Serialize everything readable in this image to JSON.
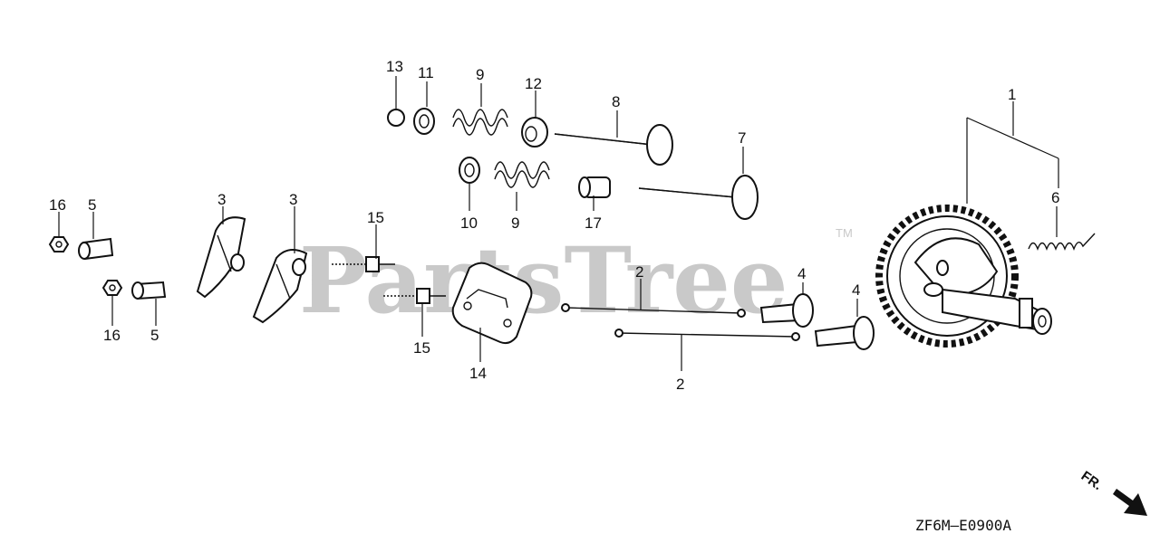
{
  "watermark": {
    "text": "PartsTree",
    "trademark": "TM"
  },
  "drawing_code": "ZF6M—E0900A",
  "direction_label": "FR.",
  "callouts": {
    "c1": "1",
    "c2a": "2",
    "c2b": "2",
    "c3a": "3",
    "c3b": "3",
    "c4a": "4",
    "c4b": "4",
    "c5a": "5",
    "c5b": "5",
    "c6": "6",
    "c7": "7",
    "c8": "8",
    "c9a": "9",
    "c9b": "9",
    "c10": "10",
    "c11": "11",
    "c12": "12",
    "c13": "13",
    "c14": "14",
    "c15a": "15",
    "c15b": "15",
    "c16a": "16",
    "c16b": "16",
    "c17": "17"
  }
}
